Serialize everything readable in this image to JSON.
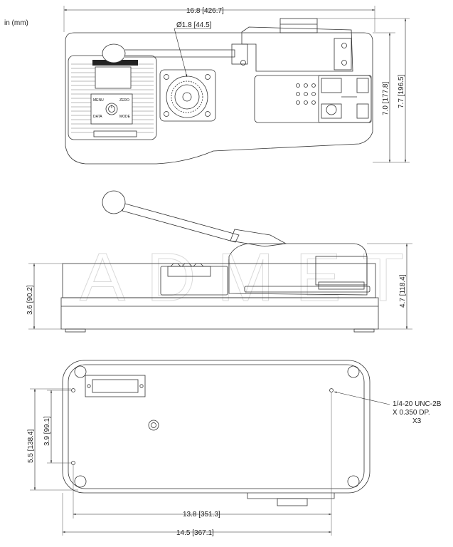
{
  "units_note": "in (mm)",
  "top_view": {
    "overall_width": "16.8 [426.7]",
    "wheel_diameter": "Ø1.8 [44.5]",
    "depth_body": "7.0 [177.8]",
    "depth_overall": "7.7 [196.5]",
    "keypad": {
      "menu": "MENU",
      "zero": "ZERO",
      "data": "DATA",
      "mode": "MODE"
    }
  },
  "side_view": {
    "base_height": "3.6 [90.2]",
    "overall_height": "4.7 [118.4]",
    "watermark": "ADMET"
  },
  "bottom_view": {
    "hole_spacing_outer": "5.5 [138.4]",
    "hole_spacing_inner": "3.9 [99.1]",
    "hole_span": "13.8 [351.3]",
    "overall_length": "14.5 [367.1]",
    "thread_note": [
      "1/4-20 UNC-2B",
      "X 0.350 DP.",
      "X3"
    ]
  }
}
